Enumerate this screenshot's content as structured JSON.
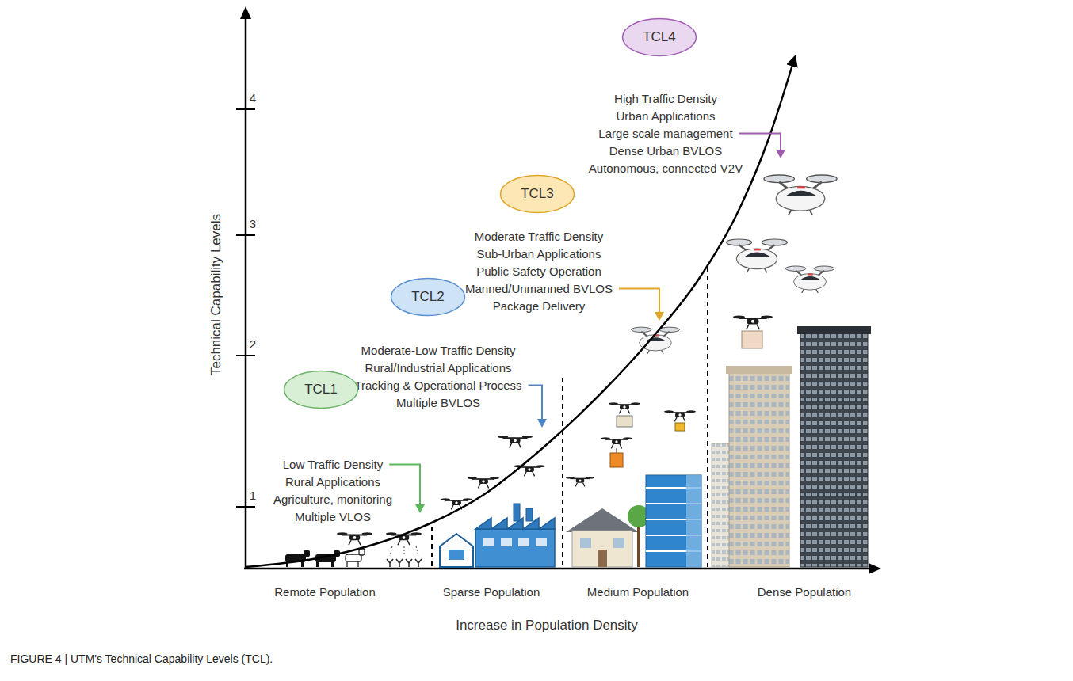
{
  "diagram": {
    "caption": "FIGURE 4 | UTM's Technical Capability Levels (TCL).",
    "nodes": [
      {
        "text": [
          "TCL4"
        ]
      },
      {
        "text": [
          "TCL3"
        ]
      },
      {
        "text": [
          "TCL2"
        ]
      },
      {
        "text": [
          "TCL1"
        ]
      }
    ],
    "labels": [
      "Technical Capability Levels",
      "4",
      "3",
      "2",
      "1",
      "High Traffic Density",
      "Urban Applications",
      "Large scale management",
      "Dense Urban BVLOS",
      "Autonomous, connected V2V",
      "Moderate Traffic Density",
      "Sub-Urban Applications",
      "Public Safety Operation",
      "Manned/Unmanned BVLOS",
      "Package Delivery",
      "Moderate-Low Traffic Density",
      "Rural/Industrial Applications",
      "Tracking & Operational Process",
      "Multiple BVLOS",
      "Low Traffic Density",
      "Rural Applications",
      "Agriculture, monitoring",
      "Multiple VLOS",
      "Remote Population",
      "Sparse Population",
      "Medium Population",
      "Dense Population",
      "Increase in Population Density"
    ]
  }
}
